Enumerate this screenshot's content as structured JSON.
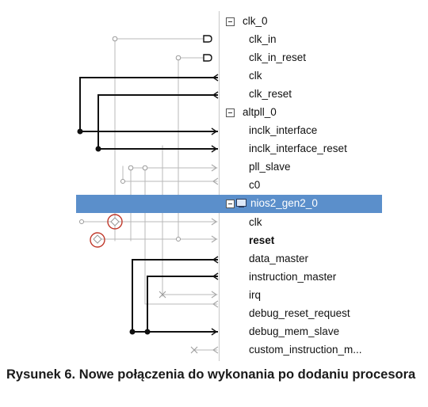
{
  "tree": {
    "rows": [
      {
        "label": "clk_0",
        "kind": "head"
      },
      {
        "label": "clk_in",
        "kind": "child"
      },
      {
        "label": "clk_in_reset",
        "kind": "child"
      },
      {
        "label": "clk",
        "kind": "child"
      },
      {
        "label": "clk_reset",
        "kind": "child"
      },
      {
        "label": "altpll_0",
        "kind": "head"
      },
      {
        "label": "inclk_interface",
        "kind": "child"
      },
      {
        "label": "inclk_interface_reset",
        "kind": "child"
      },
      {
        "label": "pll_slave",
        "kind": "child"
      },
      {
        "label": "c0",
        "kind": "child"
      },
      {
        "label": "nios2_gen2_0",
        "kind": "head-selected"
      },
      {
        "label": "clk",
        "kind": "child"
      },
      {
        "label": "reset",
        "kind": "child-bold"
      },
      {
        "label": "data_master",
        "kind": "child"
      },
      {
        "label": "instruction_master",
        "kind": "child"
      },
      {
        "label": "irq",
        "kind": "child"
      },
      {
        "label": "debug_reset_request",
        "kind": "child"
      },
      {
        "label": "debug_mem_slave",
        "kind": "child"
      },
      {
        "label": "custom_instruction_m..."
      }
    ]
  },
  "highlight": {
    "selected_color": "#5b8fcb",
    "marker_color": "#c0392b"
  },
  "caption": {
    "text": "Rysunek 6. Nowe połączenia do wykonania po dodaniu procesora"
  }
}
